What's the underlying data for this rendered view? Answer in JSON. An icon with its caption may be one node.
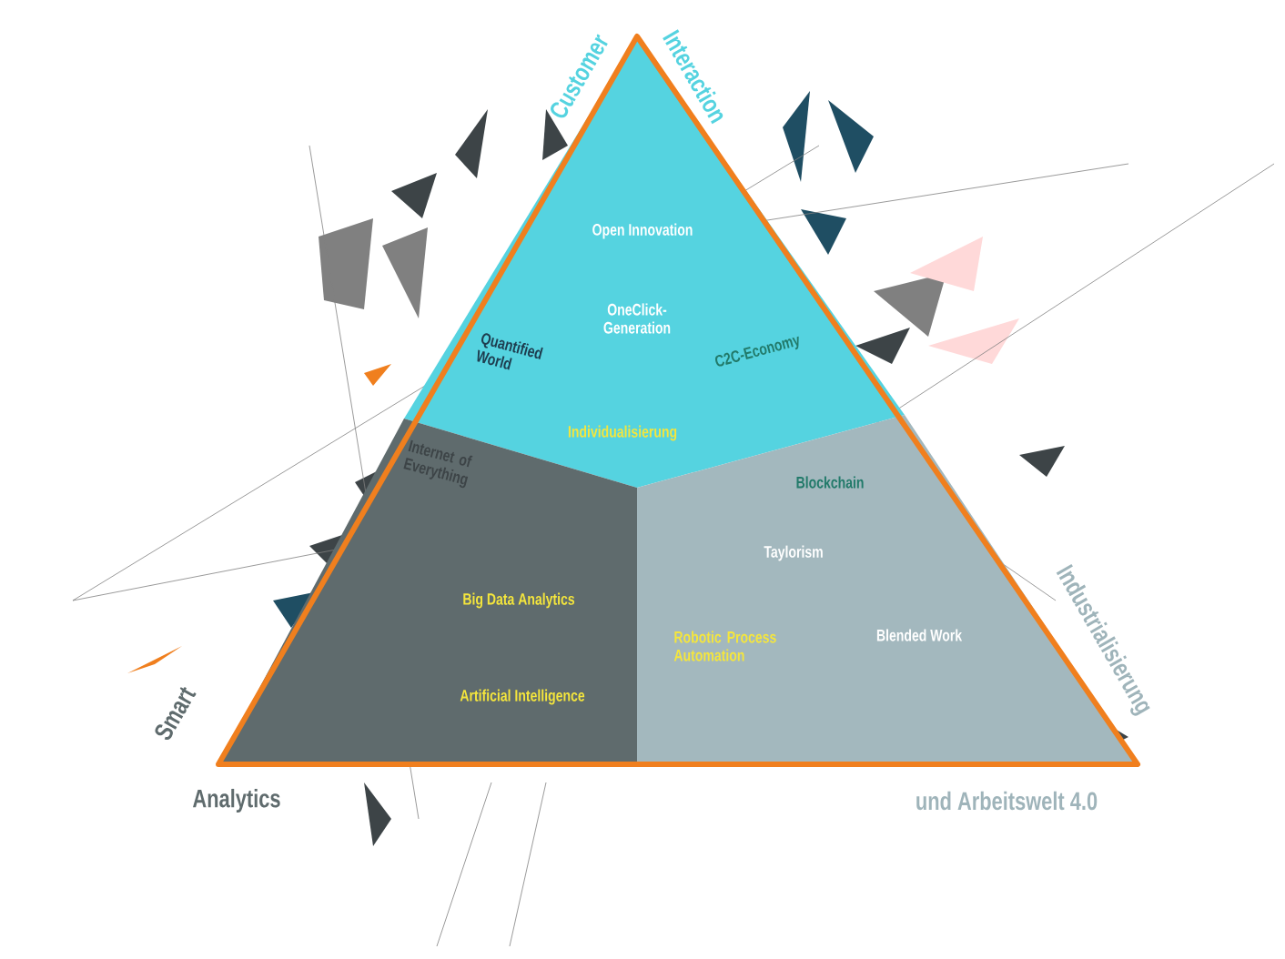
{
  "diagram": {
    "nodes": [
      {
        "text": [
          "Open Innovation",
          "OneClick-Generation",
          "Quantified World",
          "Individualisierung",
          "C2C-Economy"
        ]
      },
      {
        "text": [
          "Internet of Everything",
          "Big Data Analytics",
          "Artificial Intelligence"
        ]
      },
      {
        "text": [
          "Blockchain",
          "Taylorism",
          "Robotic Process Automation",
          "Blended Work"
        ]
      }
    ],
    "labels": [
      "Customer",
      "Interaction",
      "Smart",
      "Analytics",
      "Industrialisierung",
      "und Arbeitswelt 4.0"
    ]
  }
}
